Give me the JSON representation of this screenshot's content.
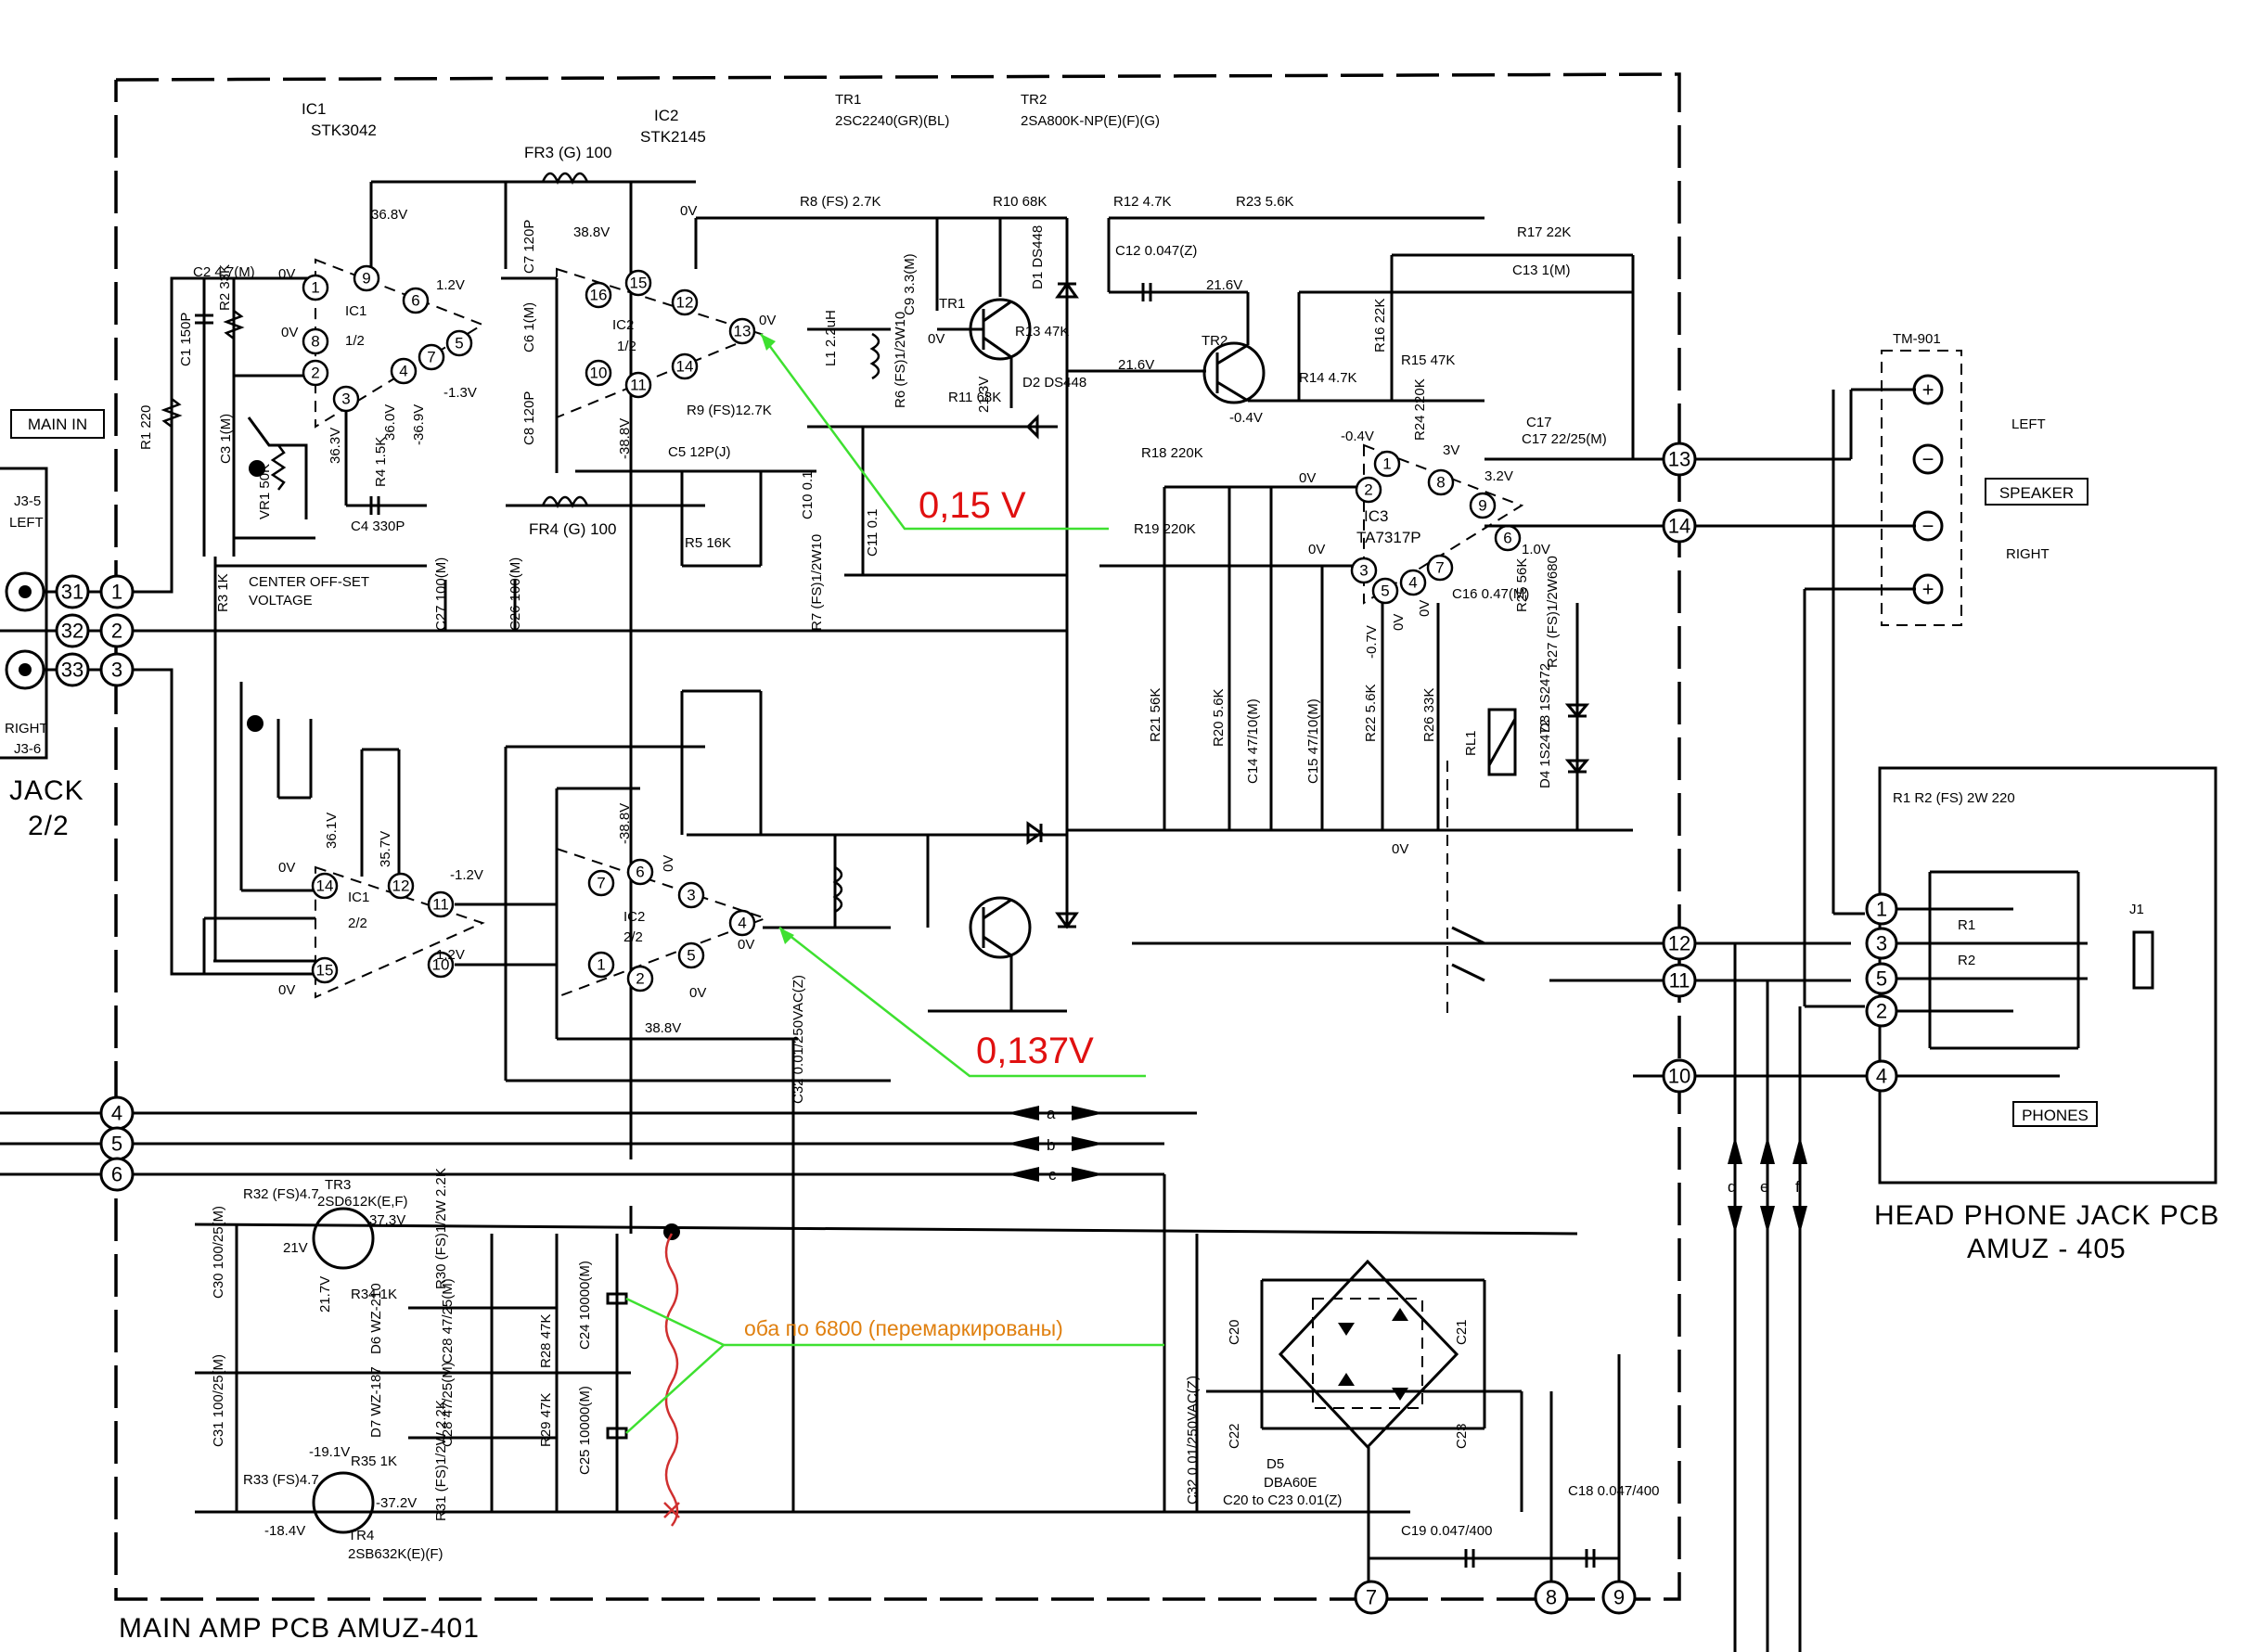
{
  "components": {
    "ic1": {
      "ref": "IC1",
      "part": "STK3042"
    },
    "ic2": {
      "ref": "IC2",
      "part": "STK2145"
    },
    "ic3": {
      "ref": "IC3",
      "part": "TA7317P"
    },
    "tr1": {
      "ref": "TR1",
      "part": "2SC2240(GR)(BL)",
      "label": "TR1"
    },
    "tr2": {
      "ref": "TR2",
      "part": "2SA800K-NP(E)(F)(G)",
      "label": "TR2"
    },
    "tr3": {
      "ref": "TR3",
      "part": "2SD612K(E,F)"
    },
    "tr4": {
      "ref": "TR4",
      "part": "2SB632K(E)(F)"
    },
    "ic1_half_a": "IC1\n1/2",
    "ic2_half_a": "IC2\n1/2",
    "ic1_half_b": "IC1\n2/2",
    "ic2_half_b": "IC2\n2/2",
    "d5": "D5\nDBA60E",
    "rl1": "RL1",
    "tm901": "TM-901",
    "fr3": "FR3 (G) 100",
    "fr4": "FR4 (G) 100",
    "c2": "C2  4.7(M)",
    "c1": "C1  150P",
    "r2": "R2  33K",
    "r1": "R1  220",
    "c3": "C3  1(M)",
    "vr1": "VR1  50K",
    "r3": "R3  1K",
    "r4": "R4  1.5K",
    "c4": "C4  330P",
    "c7": "C7  120P",
    "c6": "C6  1(M)",
    "c8": "C8  120P",
    "c27": "C27  100(M)",
    "c26": "C26  100(M)",
    "c5": "C5  12P(J)",
    "r5": "R5  16K",
    "r8": "R8 (FS) 2.7K",
    "r9": "R9  (FS)12.7K",
    "c9": "C9  3.3(M)",
    "r6": "R6  (FS)1/2W10",
    "l1": "L1  2.2uH",
    "r10": "R10  68K",
    "d1": "D1  DS448",
    "r13": "R13  47K",
    "r11": "R11  68K",
    "d2": "D2  DS448",
    "c10": "C10  0.1",
    "c11": "C11  0.1",
    "r7": "R7  (FS)1/2W10",
    "r12": "R12  4.7K",
    "r23": "R23  5.6K",
    "c12": "C12  0.047(Z)",
    "r18": "R18  220K",
    "r19": "R19  220K",
    "r14": "R14  4.7K",
    "r15": "R15  47K",
    "r16": "R16  22K",
    "r17": "R17  22K",
    "c13": "C13  1(M)",
    "r24": "R24  220K",
    "c17": "C17  22/25(M)",
    "r21": "R21  56K",
    "r20": "R20  5.6K",
    "c14": "C14  47/10(M)",
    "c15": "C15  47/10(M)",
    "r22": "R22  5.6K",
    "r26": "R26  33K",
    "c16": "C16  0.47(M)",
    "r25": "R25  56K",
    "r27": "R27  (FS)1/2W680",
    "d3": "D3  1S2472",
    "d4": "D4  1S2472",
    "c32": "C32  0.01/250VAC(Z)",
    "r32": "R32  (FS)4.7",
    "r33": "R33  (FS)4.7",
    "c30": "C30  100/25(M)",
    "c31": "C31  100/25(M)",
    "r34": "R34  1K",
    "r35": "R35  1K",
    "d6": "D6  WZ-210",
    "d7": "D7  WZ-187",
    "c28a": "C28  47/25(M)",
    "c28b": "C28  47/25(M)",
    "r30": "R30  (FS)1/2W 2.2K",
    "r31": "R31  (FS)1/2W 2.2K",
    "r28": "R28  47K",
    "r29": "R29  47K",
    "c24": "C24  10000(M)",
    "c25": "C25  10000(M)",
    "c20": "C20",
    "c21": "C21",
    "c22": "C22",
    "c23": "C23",
    "c20_23": "C20 to C23  0.01(Z)",
    "c19": "C19  0.047/400",
    "c18": "C18  0.047/400",
    "r1r2": "R1  R2 (FS) 2W 220",
    "hp_r1": "R1",
    "hp_r2": "R2",
    "j1": "J1",
    "j3_5": "J3-5\nLEFT",
    "j3_6": "RIGHT\nJ3-6"
  },
  "labels": {
    "main_in": "MAIN IN",
    "jack": "JACK\n2/2",
    "center_offset": "CENTER OFF-SET\nVOLTAGE",
    "speaker": "SPEAKER",
    "left": "LEFT",
    "right": "RIGHT",
    "phones": "PHONES",
    "main_amp_pcb": "MAIN  AMP PCB AMUZ-401",
    "head_phone_pcb": "HEAD PHONE JACK PCB\nAMUZ - 405"
  },
  "connectors": {
    "left": [
      "31",
      "32",
      "33",
      "1",
      "2",
      "3",
      "4",
      "5",
      "6"
    ],
    "right": [
      "13",
      "14",
      "12",
      "11",
      "10"
    ],
    "bottom": [
      "7",
      "8",
      "9"
    ],
    "headphone": [
      "1",
      "3",
      "5",
      "2",
      "4"
    ],
    "arrows_abc": [
      "a",
      "b",
      "c"
    ],
    "arrows_def": [
      "d",
      "e",
      "f"
    ]
  },
  "voltages": {
    "v36_8": "36.8V",
    "v38_8": "38.8V",
    "v1_2": "1.2V",
    "vm1_3": "-1.3V",
    "v36_3": "36.3V",
    "v36_0": "36.0V",
    "vm36_9": "-36.9V",
    "vm38_8": "-38.8V",
    "v0": "0V",
    "v21_3": "21.3V",
    "v21_6": "21.6V",
    "vm0_4": "-0.4V",
    "v3": "3V",
    "v3_2": "3.2V",
    "v1_0": "1.0V",
    "vm0_7": "-0.7V",
    "v36_1": "36.1V",
    "v35_7": "35.7V",
    "vm1_2": "-1.2V",
    "v37_3": "37.3V",
    "v21": "21V",
    "v21_7": "21.7V",
    "vm19_1": "-19.1V",
    "vm37_2": "-37.2V",
    "vm18_4": "-18.4V"
  },
  "annotations": {
    "measured_a": "0,15 V",
    "measured_b": "0,137V",
    "note_caps": "оба по 6800 (перемаркированы)"
  },
  "colors": {
    "annotation_red": "#e01010",
    "annotation_green": "#3ee030",
    "annotation_orange": "#e08010",
    "ink": "#000000"
  }
}
